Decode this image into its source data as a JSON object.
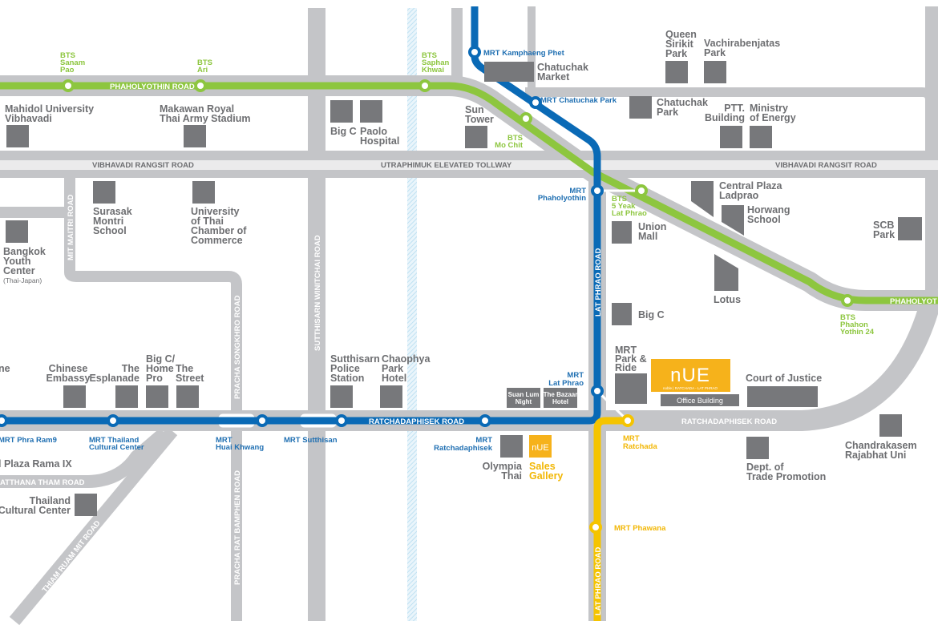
{
  "colors": {
    "bts": "#8dc63f",
    "mrt_blue": "#0a6ab6",
    "mrt_yellow": "#f5c400",
    "road": "#c4c5c8",
    "building": "#77787b",
    "brand": "#f6b21b"
  },
  "roads": {
    "phaholyothin": "PHAHOLYOTHIN ROAD",
    "phaholyothin_right": "PHAHOLYOT",
    "vibhavadi_left": "VIBHAVADI RANGSIT ROAD",
    "tollway": "UTRAPHIMUK ELEVATED TOLLWAY",
    "vibhavadi_right": "VIBHAVADI RANGSIT ROAD",
    "ratchada_left": "RATCHADAPHISEK ROAD",
    "ratchada_right": "RATCHADAPHISEK ROAD",
    "lat_phrao_upper": "LAT PHRAO ROAD",
    "lat_phrao_lower": "LAT PHRAO ROAD",
    "mit_maitri": "MIT MAITRI ROAD",
    "sutthisarn": "SUTTHISARN WINITCHAI ROAD",
    "pracha_songkhro": "PRACHA SONGKHRO ROAD",
    "pracha_rat": "PRACHA RAT BAMPHEN ROAD",
    "thiam_ruam_mit": "THIAM RUAM MIT ROAD",
    "phatthana_tham": "ATTHANA THAM ROAD"
  },
  "bts": {
    "sanam_pao": [
      "BTS",
      "Sanam",
      "Pao"
    ],
    "ari": [
      "BTS",
      "Ari"
    ],
    "saphan_khwai": [
      "BTS",
      "Saphan",
      "Khwai"
    ],
    "mo_chit": [
      "BTS",
      "Mo Chit"
    ],
    "ha_yaek": [
      "BTS",
      "5 Yeak",
      "Lat Phrao"
    ],
    "phahon_24": [
      "BTS",
      "Phahon",
      "Yothin 24"
    ]
  },
  "mrt": {
    "kamphaeng_phet": "MRT Kamphaeng Phet",
    "chatuchak_park": "MRT Chatuchak Park",
    "phaholyothin": [
      "MRT",
      "Phaholyothin"
    ],
    "lat_phrao": [
      "MRT",
      "Lat Phrao"
    ],
    "phra_ram9": "MRT Phra Ram9",
    "thailand_cc": [
      "MRT Thailand",
      "Cultural Center"
    ],
    "huai_khwang": [
      "MRT",
      "Huai Khwang"
    ],
    "sutthisan": "MRT Sutthisan",
    "ratchadaphisek": [
      "MRT",
      "Ratchadaphisek"
    ],
    "ratchada": [
      "MRT",
      "Ratchada"
    ],
    "phawana": "MRT Phawana"
  },
  "places": {
    "mahidol": [
      "Mahidol University",
      "Vibhavadi"
    ],
    "makawan": [
      "Makawan Royal",
      "Thai Army Stadium"
    ],
    "bigc1": [
      "Big C"
    ],
    "paolo": [
      "Paolo",
      "Hospital"
    ],
    "sun_tower": [
      "Sun",
      "Tower"
    ],
    "chatuchak_market": [
      "Chatuchak",
      "Market"
    ],
    "queen_sirikit": [
      "Queen",
      "Sirikit",
      "Park"
    ],
    "vachira": [
      "Vachirabenjatas",
      "Park"
    ],
    "chatuchak_park": [
      "Chatuchak",
      "Park"
    ],
    "ptt": [
      "PTT.",
      "Building"
    ],
    "energy": [
      "Ministry",
      "of Energy"
    ],
    "surasak": [
      "Surasak",
      "Montri",
      "School"
    ],
    "utcc": [
      "University",
      "of Thai",
      "Chamber of",
      "Commerce"
    ],
    "youth": [
      "Bangkok",
      "Youth",
      "Center"
    ],
    "youth_sub": "(Thai-Japan)",
    "central_ladprao": [
      "Central Plaza",
      "Ladprao"
    ],
    "horwang": [
      "Horwang",
      "School"
    ],
    "scb": [
      "SCB",
      "Park"
    ],
    "union_mall": [
      "Union",
      "Mall"
    ],
    "lotus": [
      "Lotus"
    ],
    "bigc2": [
      "Big C"
    ],
    "park_ride": [
      "MRT",
      "Park &",
      "Ride"
    ],
    "court": [
      "Court of Justice"
    ],
    "office": "Office Building",
    "chandrakasem": [
      "Chandrakasem",
      "Rajabhat Uni"
    ],
    "trade": [
      "Dept. of",
      "Trade Promotion"
    ],
    "olympia": [
      "Olympia",
      "Thai"
    ],
    "sales": [
      "Sales",
      "Gallery"
    ],
    "suan_lum": [
      "Suan Lum",
      "Night"
    ],
    "bazaar": [
      "The Bazaar",
      "Hotel"
    ],
    "central_rama9_partial": [
      "ne"
    ],
    "central_rama9": [
      "l Plaza Rama IX"
    ],
    "chinese_embassy": [
      "Chinese",
      "Embassy"
    ],
    "esplanade": [
      "The",
      "Esplanade"
    ],
    "homepro": [
      "Big C/",
      "Home",
      "Pro"
    ],
    "the_street": [
      "The",
      "Street"
    ],
    "police": [
      "Sutthisarn",
      "Police",
      "Station"
    ],
    "chaophya": [
      "Chaophya",
      "Park",
      "Hotel"
    ],
    "thai_cc": [
      "Thailand",
      "Cultural Center"
    ]
  },
  "brand": {
    "logo": "nUE",
    "tagline": "noble | RATCHADA - LAT PHRAO",
    "small_logo": "nUE"
  }
}
